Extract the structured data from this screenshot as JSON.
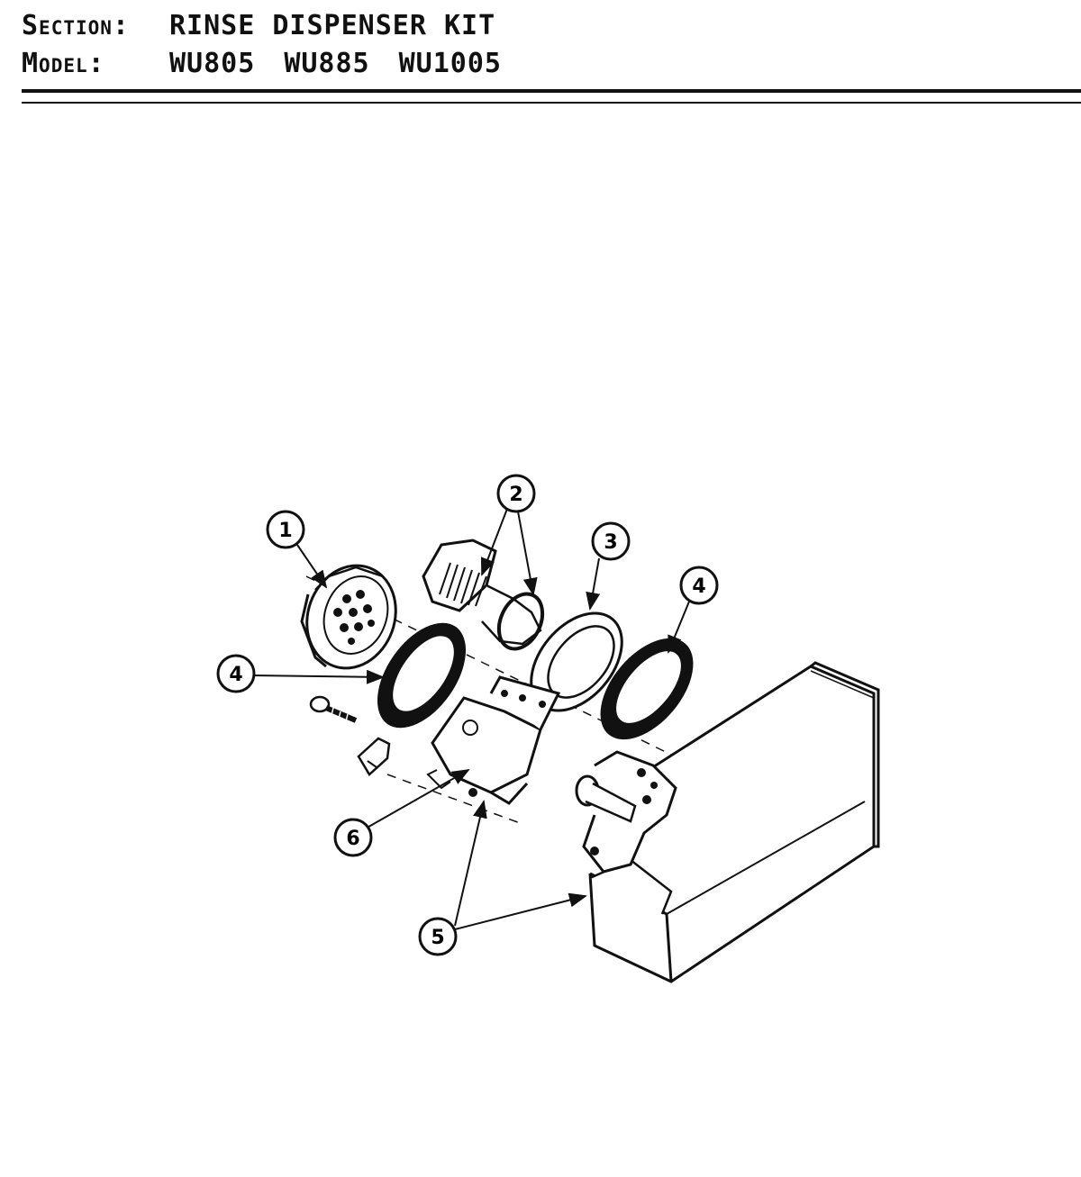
{
  "header": {
    "section_label": "Section:",
    "section_value": "RINSE DISPENSER KIT",
    "model_label": "Model:",
    "models": [
      "WU805",
      "WU885",
      "WU1005"
    ]
  },
  "callouts": {
    "c1": "1",
    "c2": "2",
    "c3": "3",
    "c4a": "4",
    "c4b": "4",
    "c5": "5",
    "c6": "6"
  }
}
